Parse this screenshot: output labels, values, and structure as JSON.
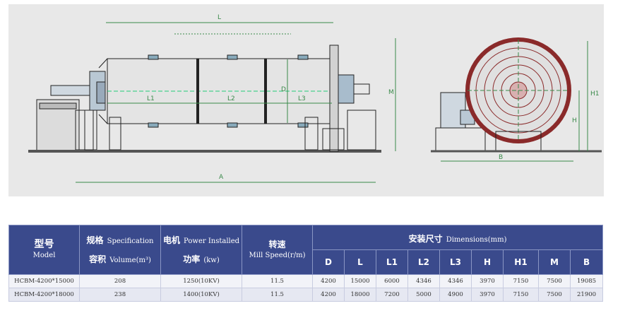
{
  "drawing": {
    "labels": {
      "L": "L",
      "A": "A",
      "L1": "L1",
      "L2": "L2",
      "L3": "L3",
      "D": "D",
      "M": "M",
      "H": "H",
      "H1": "H1",
      "B": "B"
    }
  },
  "table": {
    "model": {
      "zh": "型号",
      "en": "Model"
    },
    "spec": {
      "zh1": "规格",
      "en1": "Specification",
      "zh2": "容积",
      "en2": "Volume(m³)"
    },
    "power": {
      "zh1": "电机",
      "en1": "Power Installed",
      "zh2": "功率",
      "en2": "(kw)"
    },
    "speed": {
      "zh": "转速",
      "en": "Mill Speed(r/m)"
    },
    "dimensions": {
      "zh": "安装尺寸",
      "en": "Dimensions(mm)"
    },
    "dim_headers": [
      "D",
      "L",
      "L1",
      "L2",
      "L3",
      "H",
      "H1",
      "M",
      "B"
    ],
    "rows": [
      {
        "model": "HCBM-4200*15000",
        "volume": "208",
        "power": "1250(10KV)",
        "speed": "11.5",
        "dims": [
          "4200",
          "15000",
          "6000",
          "4346",
          "4346",
          "3970",
          "7150",
          "7500",
          "19085"
        ]
      },
      {
        "model": "HCBM-4200*18000",
        "volume": "238",
        "power": "1400(10KV)",
        "speed": "11.5",
        "dims": [
          "4200",
          "18000",
          "7200",
          "5000",
          "4900",
          "3970",
          "7150",
          "7500",
          "21900"
        ]
      }
    ]
  }
}
